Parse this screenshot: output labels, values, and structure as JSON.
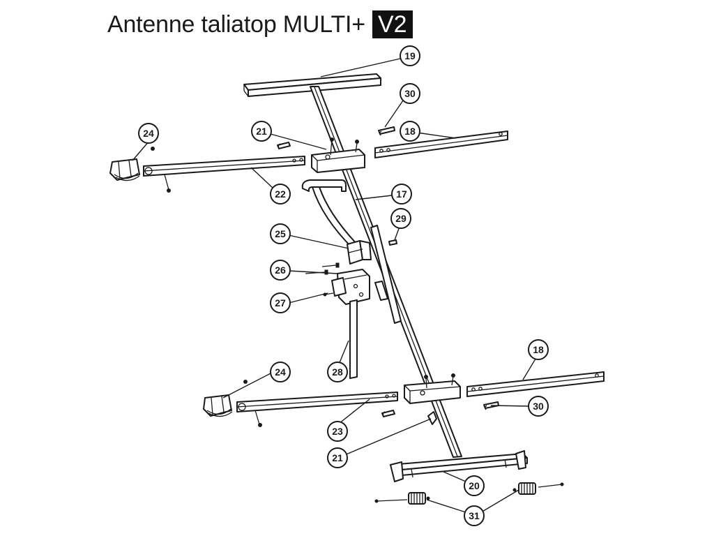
{
  "title": {
    "text": "Antenne taliatop MULTI+",
    "badge": "V2"
  },
  "callouts": [
    {
      "id": "c19",
      "label": "19"
    },
    {
      "id": "c30a",
      "label": "30"
    },
    {
      "id": "c18a",
      "label": "18"
    },
    {
      "id": "c21a",
      "label": "21"
    },
    {
      "id": "c24a",
      "label": "24"
    },
    {
      "id": "c17",
      "label": "17"
    },
    {
      "id": "c22",
      "label": "22"
    },
    {
      "id": "c29",
      "label": "29"
    },
    {
      "id": "c25",
      "label": "25"
    },
    {
      "id": "c26",
      "label": "26"
    },
    {
      "id": "c27",
      "label": "27"
    },
    {
      "id": "c28",
      "label": "28"
    },
    {
      "id": "c18b",
      "label": "18"
    },
    {
      "id": "c24b",
      "label": "24"
    },
    {
      "id": "c30b",
      "label": "30"
    },
    {
      "id": "c23",
      "label": "23"
    },
    {
      "id": "c21b",
      "label": "21"
    },
    {
      "id": "c20",
      "label": "20"
    },
    {
      "id": "c31",
      "label": "31"
    }
  ]
}
